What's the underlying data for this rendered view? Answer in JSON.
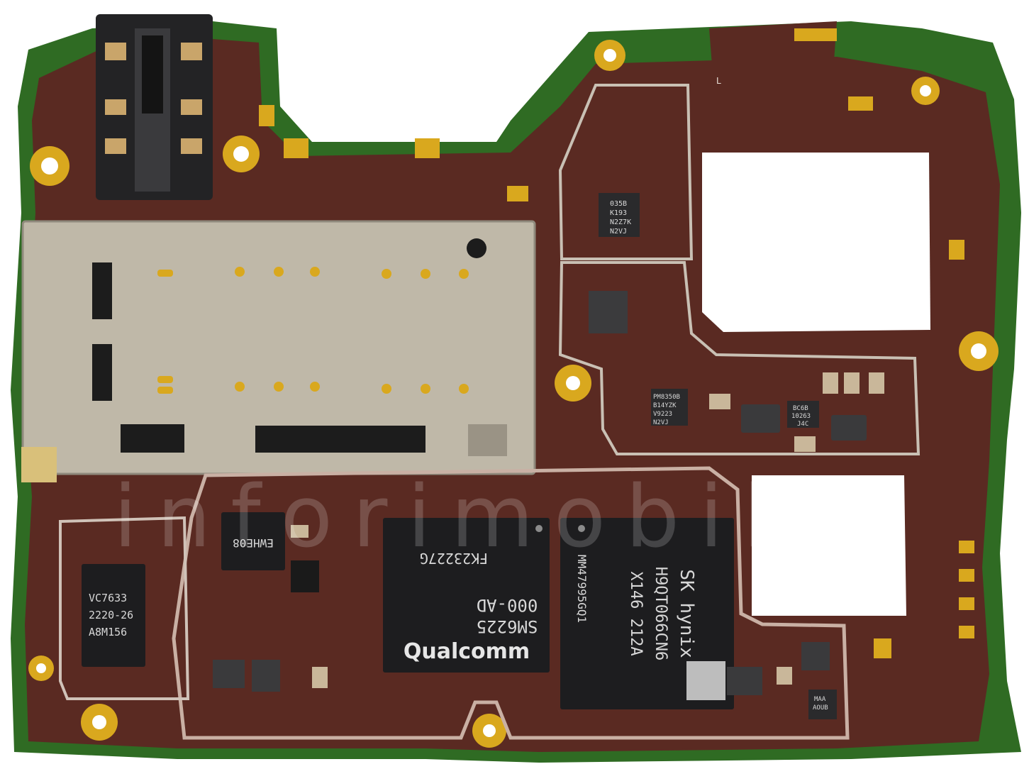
{
  "photo": {
    "subject": "smartphone-mainboard",
    "colors": {
      "pcb": "#5a2a22",
      "pcb_edge": "#2f6b23",
      "gold": "#d9a81e",
      "shield": "#bfb8a8",
      "chip": "#1d1d1f"
    }
  },
  "labels": {
    "soc_line1": "FK23227G",
    "soc_line2": "000-AD",
    "soc_line3": "SM6225",
    "soc_brand": "Qualcomm",
    "mem_brand": "SK hynix",
    "mem_line2": "H9QT066CN6",
    "mem_line3": "X146   212A",
    "mem_line4": "MM47995GQ1",
    "pa_line1": "VC7633",
    "pa_line2": "2220-26",
    "pa_line3": "A8M156",
    "small_chip": "EWHE08",
    "pmic1_line1": "PM8350B",
    "pmic1_line2": "B14YZK",
    "pmic1_line3": "V9223",
    "pmic1_line4": "N2VJ",
    "pmic2_line1": "035B",
    "pmic2_line2": "K193",
    "pmic2_line3": "N2Z7K",
    "pmic2_line4": "N2VJ",
    "reg_line1": "BC6B",
    "reg_line2": "10263",
    "reg_line3": "J4C",
    "tiny_line1": "MAA",
    "tiny_line2": "AOUB",
    "silk_l": "L",
    "watermark": "inforimobile"
  }
}
